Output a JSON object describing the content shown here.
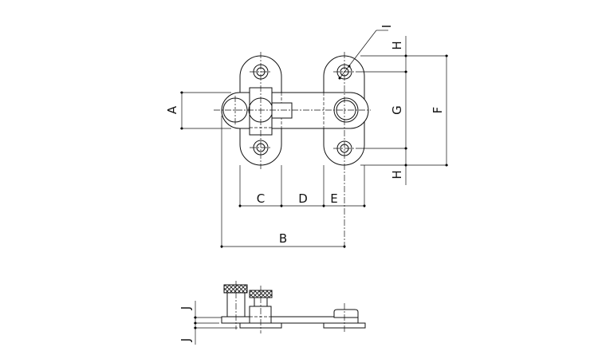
{
  "labels": {
    "A": "A",
    "B": "B",
    "C": "C",
    "D": "D",
    "E": "E",
    "F": "F",
    "G": "G",
    "H_top": "H",
    "H_bottom": "H",
    "I": "I",
    "J_top": "J",
    "J_bottom": "J"
  },
  "colors": {
    "line": "#111111",
    "background": "#ffffff"
  }
}
